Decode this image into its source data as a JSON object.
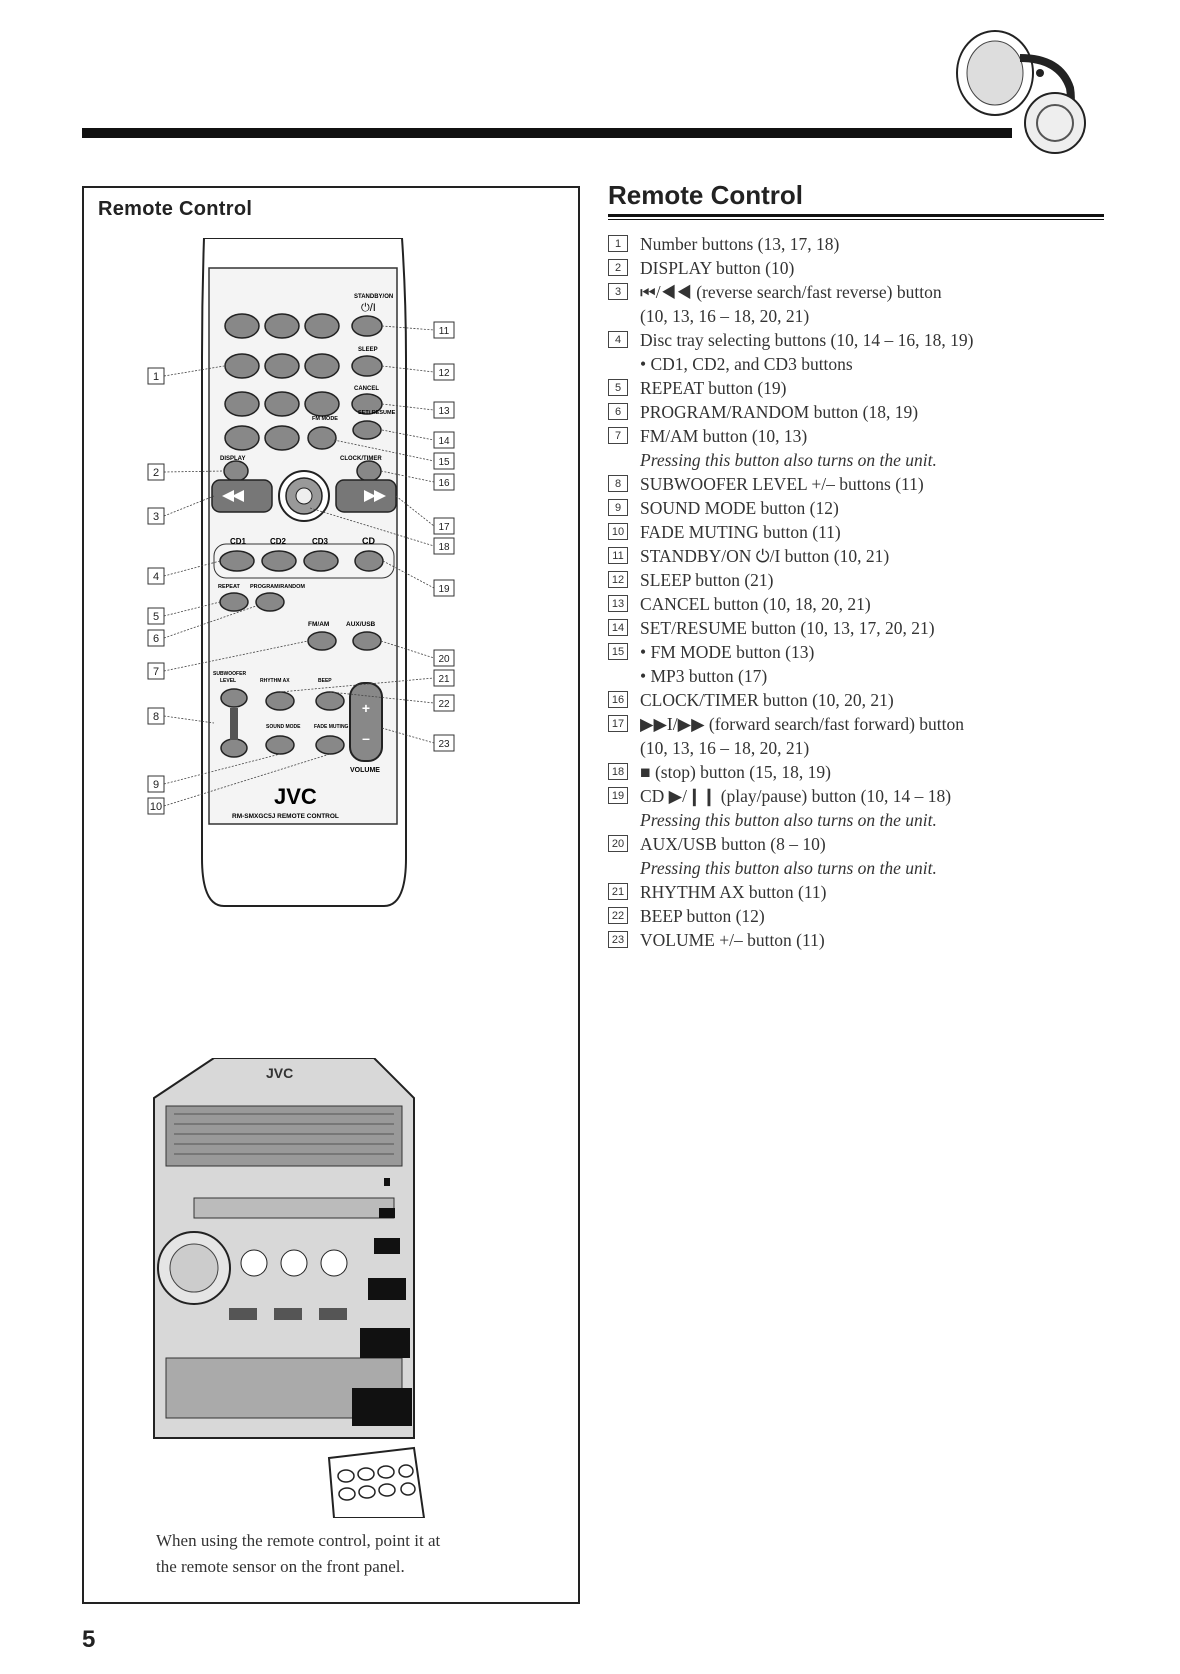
{
  "left_box": {
    "title": "Remote Control",
    "caption_lines": [
      "When using the remote control, point it at",
      "the remote sensor on the front panel."
    ]
  },
  "remote_labels": {
    "standby": "STANDBY/ON",
    "power_symbol": "⏻/I",
    "sleep": "SLEEP",
    "cancel": "CANCEL",
    "set_resume": "SET/ RESUME",
    "fm_mode": "FM MODE",
    "display": "DISPLAY",
    "clock_timer": "CLOCK/TIMER",
    "cd1": "CD1",
    "cd2": "CD2",
    "cd3": "CD3",
    "cd": "CD",
    "repeat": "REPEAT",
    "program_random": "PROGRAM/RANDOM",
    "fm_am": "FM/AM",
    "aux_usb": "AUX/USB",
    "subwoofer": "SUBWOOFER",
    "level": "LEVEL",
    "rhythm_ax": "RHYTHM AX",
    "beep": "BEEP",
    "sound_mode": "SOUND MODE",
    "fade_muting": "FADE MUTING",
    "volume": "VOLUME",
    "brand": "JVC",
    "model": "RM-SMXGC5J REMOTE CONTROL"
  },
  "callouts_left": [
    "1",
    "2",
    "3",
    "4",
    "5",
    "6",
    "7",
    "8",
    "9",
    "10"
  ],
  "callouts_right": [
    "11",
    "12",
    "13",
    "14",
    "15",
    "16",
    "17",
    "18",
    "19",
    "20",
    "21",
    "22",
    "23"
  ],
  "system_brand": "JVC",
  "section": {
    "title": "Remote Control",
    "items": [
      {
        "num": "1",
        "lines": [
          "Number buttons (13, 17, 18)"
        ]
      },
      {
        "num": "2",
        "lines": [
          "DISPLAY button (10)"
        ]
      },
      {
        "num": "3",
        "lines": [
          "⏮/◀◀ (reverse search/fast reverse) button",
          "(10, 13, 16 – 18, 20, 21)"
        ]
      },
      {
        "num": "4",
        "lines": [
          "Disc tray selecting buttons (10, 14 – 16, 18, 19)",
          "•  CD1, CD2, and CD3 buttons"
        ]
      },
      {
        "num": "5",
        "lines": [
          "REPEAT button (19)"
        ]
      },
      {
        "num": "6",
        "lines": [
          "PROGRAM/RANDOM button (18, 19)"
        ]
      },
      {
        "num": "7",
        "lines": [
          "FM/AM button (10, 13)"
        ],
        "note": "Pressing this button also turns on the unit."
      },
      {
        "num": "8",
        "lines": [
          "SUBWOOFER LEVEL +/– buttons (11)"
        ]
      },
      {
        "num": "9",
        "lines": [
          "SOUND MODE button (12)"
        ]
      },
      {
        "num": "10",
        "lines": [
          "FADE MUTING button (11)"
        ]
      },
      {
        "num": "11",
        "lines": [
          "STANDBY/ON ⏻/I button (10, 21)"
        ]
      },
      {
        "num": "12",
        "lines": [
          "SLEEP button (21)"
        ]
      },
      {
        "num": "13",
        "lines": [
          "CANCEL button (10, 18, 20, 21)"
        ]
      },
      {
        "num": "14",
        "lines": [
          "SET/RESUME button (10, 13, 17, 20, 21)"
        ]
      },
      {
        "num": "15",
        "lines": [
          "•  FM MODE button (13)",
          "•  MP3 button (17)"
        ]
      },
      {
        "num": "16",
        "lines": [
          "CLOCK/TIMER button (10, 20, 21)"
        ]
      },
      {
        "num": "17",
        "lines": [
          "▶▶I/▶▶ (forward search/fast forward) button",
          "(10, 13, 16 – 18, 20, 21)"
        ]
      },
      {
        "num": "18",
        "lines": [
          "■ (stop) button (15, 18, 19)"
        ]
      },
      {
        "num": "19",
        "lines": [
          "CD ▶/❙❙ (play/pause) button (10, 14 – 18)"
        ],
        "note": "Pressing this button also turns on the unit."
      },
      {
        "num": "20",
        "lines": [
          "AUX/USB button (8 – 10)"
        ],
        "note": "Pressing this button also turns on the unit."
      },
      {
        "num": "21",
        "lines": [
          "RHYTHM AX button (11)"
        ]
      },
      {
        "num": "22",
        "lines": [
          "BEEP button (12)"
        ]
      },
      {
        "num": "23",
        "lines": [
          "VOLUME +/– button (11)"
        ]
      }
    ]
  },
  "page_number": "5"
}
